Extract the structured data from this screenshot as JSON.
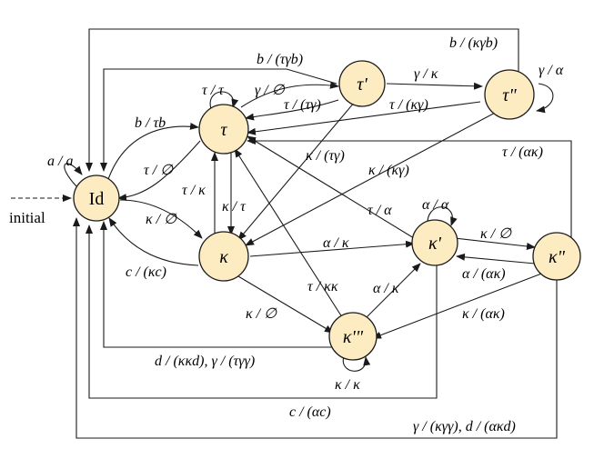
{
  "states": {
    "id": "Id",
    "tau": "τ",
    "tau_p": "τ'",
    "tau_pp": "τ\"",
    "kappa": "κ",
    "kappa_p": "κ'",
    "kappa_pp": "κ\"",
    "kappa_ppp": "κ'\""
  },
  "initial_label": "initial",
  "labels": {
    "id_self": "a / a",
    "tau_self": "τ / τ",
    "tau_pp_self": "γ / α",
    "kappa_p_self": "α / α",
    "kappa_ppp_self": "κ / κ",
    "top_frame": "b / (κγb)",
    "id_tau_p": "b / (τγb)",
    "tau_p_tau_pp": "γ / κ",
    "tau_tau_p": "γ / ∅",
    "tau_p_tau": "τ / (τγ)",
    "tau_pp_tau": "τ / (κγ)",
    "id_tau_curve": "b / τb",
    "tau_id": "τ / ∅",
    "id_kappa": "κ / ∅",
    "kappa_id": "c / (κc)",
    "tau_kappa": "τ / κ",
    "kappa_tau": "κ / τ",
    "tau_p_kappa": "κ / (τγ)",
    "tau_pp_kappa": "κ / (κγ)",
    "right_frame": "τ / (ακ)",
    "kappa_p_tau": "τ / α",
    "kappa_kappa_p": "α / κ",
    "kappa_ppp_tau": "τ / κκ",
    "kappa_ppp_kappa_p": "α / κ",
    "kappa_p_kappa_pp": "κ / ∅",
    "kappa_pp_kappa_p": "α / (ακ)",
    "kappa_pp_kappa_ppp": "κ / (ακ)",
    "kappa_kappa_ppp": "κ / ∅",
    "inner_frame": "d / (κκd), γ / (τγγ)",
    "c_frame": "c / (αc)",
    "outer_frame": "γ / (κγγ), d / (ακd)"
  },
  "colors": {
    "node_fill": "#fdebc2",
    "stroke": "#1a1a1a"
  }
}
